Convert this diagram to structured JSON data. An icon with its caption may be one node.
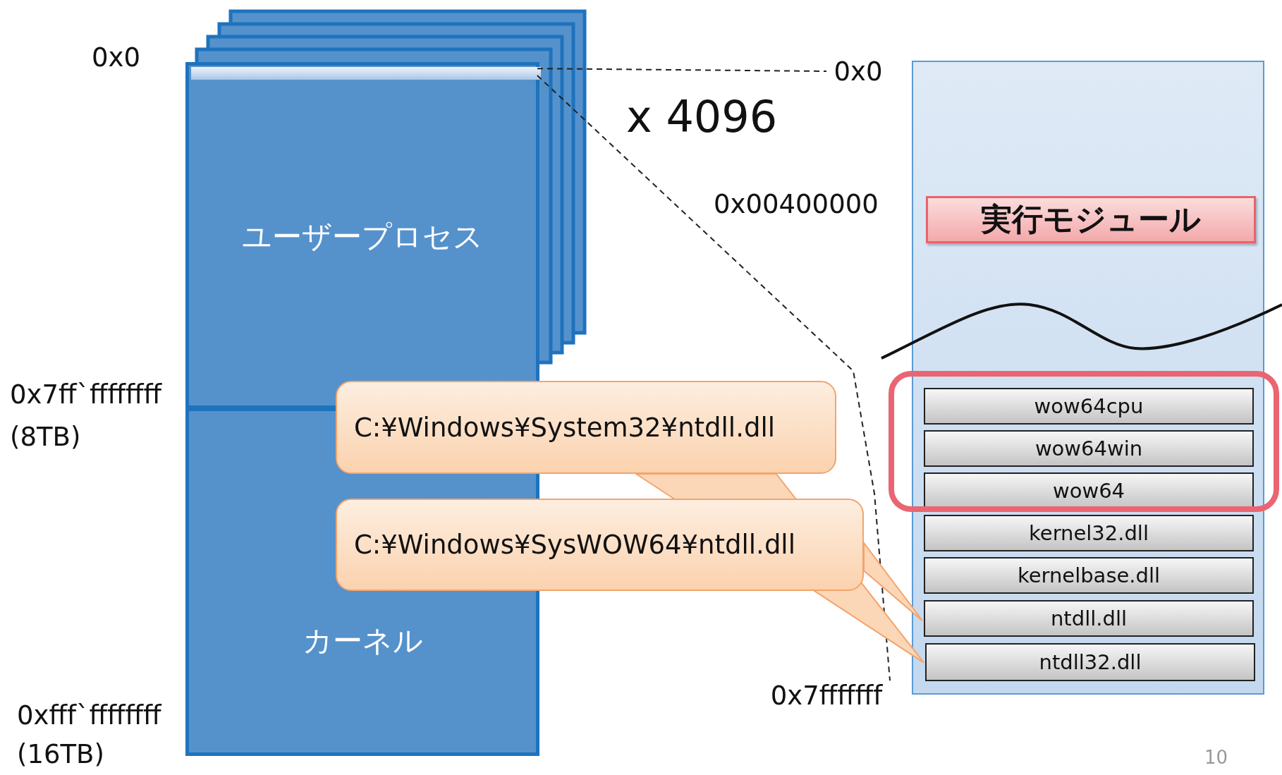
{
  "diagram": {
    "nodes": [
      {
        "text": [
          "ユーザープロセス"
        ]
      },
      {
        "text": [
          "カーネル"
        ]
      },
      {
        "text": [],
        "shape": "bar",
        "in": 0
      },
      {
        "text": [
          "0x0"
        ]
      },
      {
        "text": [],
        "shape": "box"
      },
      {
        "text": [
          "実行モジュール"
        ],
        "in": 4
      },
      {
        "text": [
          "wow64cpu"
        ],
        "in": 4
      },
      {
        "text": [
          "wow64win"
        ],
        "in": 4
      },
      {
        "text": [
          "wow64"
        ],
        "in": 4
      },
      {
        "text": [
          "kernel32.dll"
        ],
        "in": 4
      },
      {
        "text": [
          "kernelbase.dll"
        ],
        "in": 4
      },
      {
        "text": [
          "ntdll.dll"
        ],
        "in": 4
      },
      {
        "text": [
          "ntdll32.dll"
        ],
        "in": 4
      },
      {
        "text": [
          "C:¥Windows¥System32¥ntdll.dll"
        ]
      },
      {
        "text": [
          "C:¥Windows¥SysWOW64¥ntdll.dll"
        ]
      },
      {
        "text": [
          "0x7fffffff"
        ]
      }
    ],
    "edges": [
      {
        "from": 2,
        "to": 3,
        "arrow": "none",
        "style": "dashed"
      },
      {
        "from": 2,
        "to": 15,
        "arrow": "none",
        "style": "dashed"
      },
      {
        "from": 13,
        "to": 12,
        "arrow": "none"
      },
      {
        "from": 14,
        "to": 11,
        "arrow": "none"
      }
    ],
    "labels": [
      "0x0",
      "x 4096",
      "0x00400000",
      "0x7ff`ffffffff",
      "(8TB)",
      "0xfff`ffffffff",
      "(16TB)",
      "10"
    ]
  }
}
